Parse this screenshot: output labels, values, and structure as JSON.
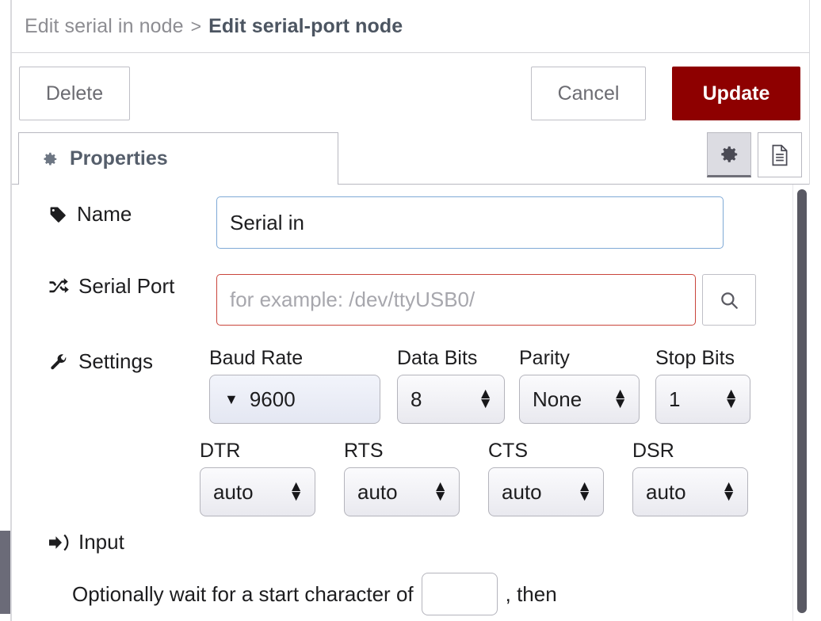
{
  "breadcrumb": {
    "parent": "Edit serial in node",
    "separator": ">",
    "current": "Edit serial-port node"
  },
  "toolbar": {
    "delete_label": "Delete",
    "cancel_label": "Cancel",
    "update_label": "Update",
    "update_color": "#8e0000"
  },
  "tabs": {
    "properties_label": "Properties",
    "properties_icon": "gear-icon",
    "right_buttons": [
      {
        "name": "gear-icon",
        "active": true
      },
      {
        "name": "description-icon",
        "active": false
      }
    ]
  },
  "form": {
    "name": {
      "label": "Name",
      "icon": "tag-icon",
      "value": "Serial in",
      "placeholder": "Name"
    },
    "serial_port": {
      "label": "Serial Port",
      "icon": "shuffle-icon",
      "value": "",
      "placeholder": "for example: /dev/ttyUSB0/",
      "invalid": true,
      "search_icon": "search-icon"
    },
    "settings": {
      "label": "Settings",
      "icon": "wrench-icon",
      "controls": [
        {
          "caption": "Baud Rate",
          "value": "9600",
          "style": "combo"
        },
        {
          "caption": "Data Bits",
          "value": "8",
          "style": "spinner"
        },
        {
          "caption": "Parity",
          "value": "None",
          "style": "spinner"
        },
        {
          "caption": "Stop Bits",
          "value": "1",
          "style": "spinner"
        },
        {
          "caption": "DTR",
          "value": "auto",
          "style": "spinner"
        },
        {
          "caption": "RTS",
          "value": "auto",
          "style": "spinner"
        },
        {
          "caption": "CTS",
          "value": "auto",
          "style": "spinner"
        },
        {
          "caption": "DSR",
          "value": "auto",
          "style": "spinner"
        }
      ]
    },
    "input_section": {
      "label": "Input",
      "icon": "sign-in-icon",
      "text_before": "Optionally wait for a start character of",
      "start_char_value": "",
      "text_after": ", then"
    }
  }
}
